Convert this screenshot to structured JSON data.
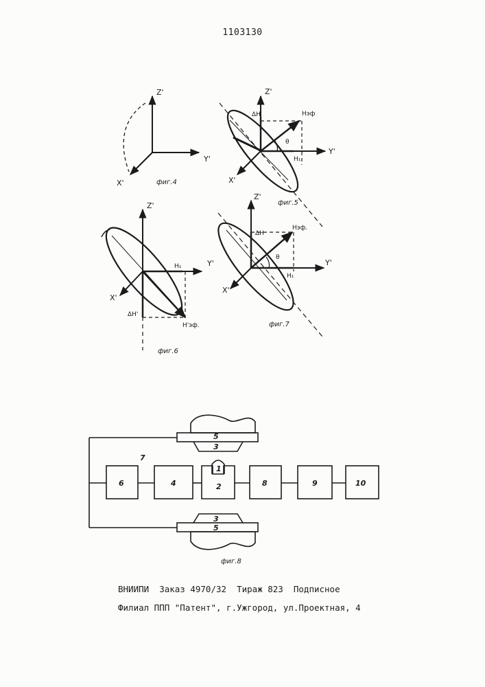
{
  "patent_number": "1103130",
  "fig4": {
    "z": "Z'",
    "y": "Y'",
    "x": "X'",
    "caption": "фиг.4"
  },
  "fig5": {
    "z": "Z'",
    "y": "Y'",
    "x": "X'",
    "dh": "ΔH",
    "heff": "Hэф",
    "theta": "θ",
    "h1": "H₁",
    "caption": "фиг.5"
  },
  "fig6": {
    "z": "Z'",
    "y": "Y'",
    "x": "X'",
    "dh": "ΔH'",
    "heff": "H'эф.",
    "h1": "H₁",
    "caption": "фиг.6"
  },
  "fig7": {
    "z": "Z'",
    "y": "Y'",
    "x": "X'",
    "dh": "ΔH",
    "heff": "Hэф.",
    "theta": "θ",
    "h1": "H₁",
    "caption": "фиг.7"
  },
  "fig8": {
    "caption": "фиг.8",
    "label_7": "7",
    "blocks": [
      "6",
      "4",
      "2",
      "8",
      "9",
      "10"
    ],
    "probe": "1",
    "top_magnet": {
      "bar": "5",
      "pole": "3"
    },
    "bottom_magnet": {
      "bar": "5",
      "pole": "3"
    }
  },
  "footer": {
    "line1": "ВНИИПИ  Заказ 4970/32  Тираж 823  Подписное",
    "line2": "Филиал ППП \"Патент\", г.Ужгород, ул.Проектная, 4"
  }
}
